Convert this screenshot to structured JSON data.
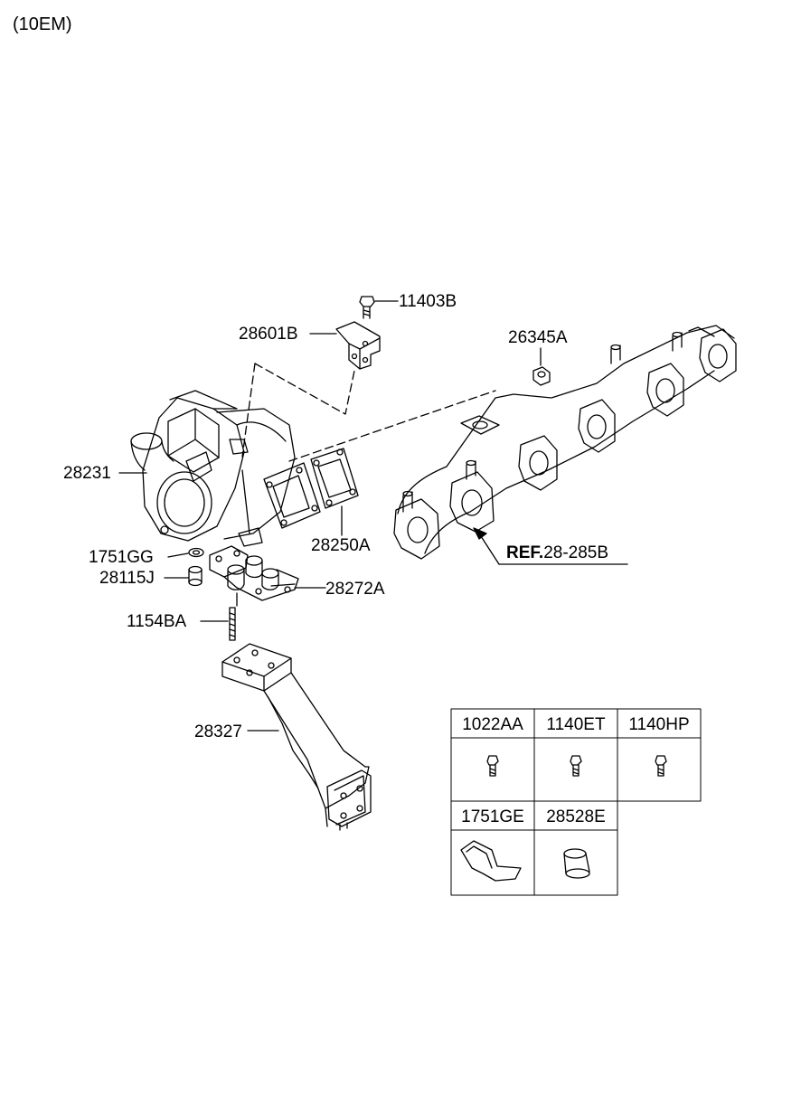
{
  "variant_label": "(10EM)",
  "callouts": {
    "bolt_top": "11403B",
    "bracket_top": "28601B",
    "nut_manifold": "26345A",
    "turbocharger": "28231",
    "gasket": "28250A",
    "washer": "1751GG",
    "union_bolt": "28115J",
    "oil_return": "28272A",
    "stud": "1154BA",
    "support_bracket": "28327"
  },
  "reference": {
    "prefix": "REF.",
    "code": "28-285B"
  },
  "parts_table": {
    "row1": [
      "1022AA",
      "1140ET",
      "1140HP"
    ],
    "row2": [
      "1751GE",
      "28528E"
    ]
  }
}
